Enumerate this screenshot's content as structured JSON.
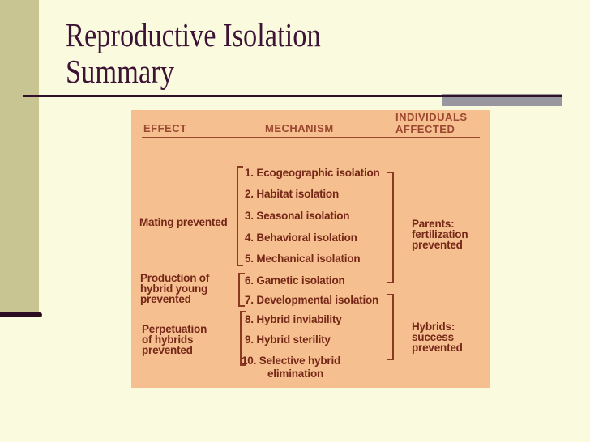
{
  "slide": {
    "title_line1": "Reproductive Isolation",
    "title_line2": "Summary"
  },
  "figure": {
    "headers": {
      "effect": "EFFECT",
      "mechanism": "MECHANISM",
      "affected_line1": "INDIVIDUALS",
      "affected_line2": "AFFECTED"
    },
    "effects": {
      "mating": "Mating prevented",
      "production": [
        "Production of",
        "hybrid young",
        "prevented"
      ],
      "perpetuation": [
        "Perpetuation",
        "of hybrids",
        "prevented"
      ]
    },
    "mechanisms": [
      "1. Ecogeographic isolation",
      "2. Habitat isolation",
      "3. Seasonal isolation",
      "4. Behavioral isolation",
      "5. Mechanical isolation",
      "6. Gametic isolation",
      "7. Developmental isolation",
      "8. Hybrid inviability",
      "9. Hybrid sterility",
      "10. Selective hybrid"
    ],
    "mechanism10_cont": "elimination",
    "affected": {
      "parents": [
        "Parents:",
        "fertilization",
        "prevented"
      ],
      "hybrids": [
        "Hybrids:",
        "success",
        "prevented"
      ]
    }
  },
  "colors": {
    "background": "#fafade",
    "sidebar_olive": "#c8c593",
    "accent_maroon": "#2b0d22",
    "title_text": "#3c1335",
    "gray_accent_bar": "#98969f",
    "figure_background": "#f5bf8f",
    "figure_header_text": "#9c4730",
    "figure_body_text": "#752718"
  }
}
